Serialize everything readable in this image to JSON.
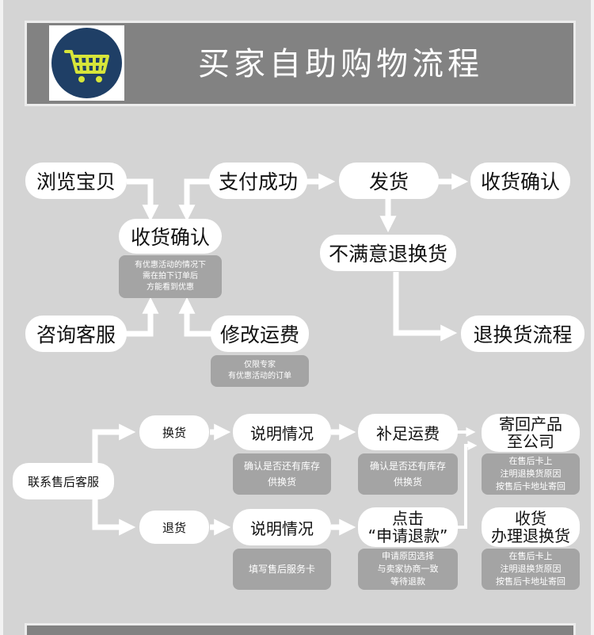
{
  "header": {
    "title": "买家自助购物流程",
    "logo_icon": "shopping-cart-icon"
  },
  "top_flow": {
    "browse": "浏览宝贝",
    "payment_success": "支付成功",
    "ship": "发货",
    "confirm_receipt_right": "收货确认",
    "confirm_receipt_center": "收货确认",
    "confirm_note": [
      "有优惠活动的情况下",
      "需在拍下订单后",
      "方能看到优惠"
    ],
    "unsatisfied": "不满意退换货",
    "consult_service": "咨询客服",
    "modify_shipping": "修改运费",
    "modify_note": [
      "仅限专家",
      "有优惠活动的订单"
    ],
    "return_process": "退换货流程"
  },
  "after_sales": {
    "contact": "联系售后客服",
    "exchange": "换货",
    "return": "退货",
    "explain_1": "说明情况",
    "explain_1_note": [
      "确认是否还有库存",
      "供换货"
    ],
    "supplement_shipping": "补足运费",
    "supplement_note": [
      "确认是否还有库存",
      "供换货"
    ],
    "send_back": [
      "寄回产品",
      "至公司"
    ],
    "send_back_note": [
      "在售后卡上",
      "注明退换货原因",
      "按售后卡地址寄回"
    ],
    "explain_2": "说明情况",
    "explain_2_note": [
      "填写售后服务卡"
    ],
    "click_refund": [
      "点击",
      "“申请退款”"
    ],
    "refund_note": [
      "申请原因选择",
      "与卖家协商一致",
      "等待退款"
    ],
    "receive": [
      "收货",
      "办理退换货"
    ],
    "receive_note": [
      "在售后卡上",
      "注明退换货原因",
      "按售后卡地址寄回"
    ]
  },
  "colors": {
    "background": "#d4d4d4",
    "header": "#828282",
    "note": "#a4a4a4",
    "node": "#ffffff",
    "logo": "#1f3f66",
    "cart": "#d7e53a"
  }
}
